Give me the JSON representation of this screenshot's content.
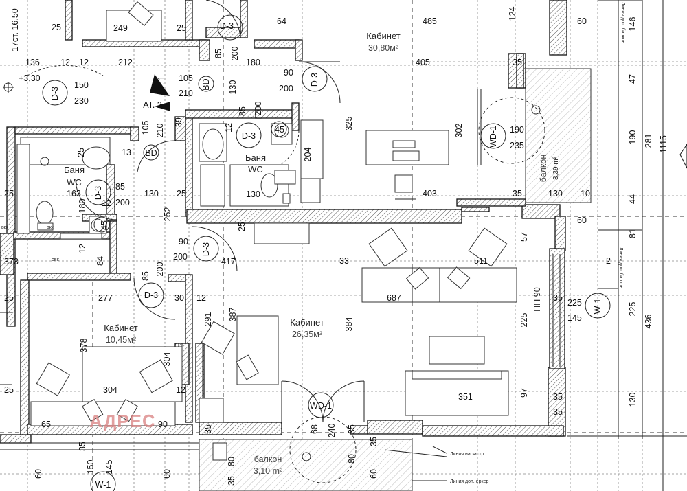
{
  "rooms": [
    {
      "id": "r1",
      "name": "Кабинет",
      "area": "30,80м²"
    },
    {
      "id": "r2",
      "name": "Кабинет",
      "area": "26,35м²"
    },
    {
      "id": "r3",
      "name": "Кабинет",
      "area": "10,45м²"
    },
    {
      "id": "r4",
      "name": "Баня",
      "sub": "WC"
    },
    {
      "id": "r5",
      "name": "Баня",
      "sub": "WC"
    },
    {
      "id": "r6",
      "name": "балкон",
      "area": "3,39 m²"
    },
    {
      "id": "r7",
      "name": "балкон",
      "area": "3,10 m²"
    }
  ],
  "tags": {
    "d3": "D-3",
    "wd1": "WD-1",
    "w1": "W-1",
    "bd": "BD",
    "at1": "АТ. 1",
    "at2": "АТ. 2",
    "pp90": "ПП 90",
    "level": "+3,30",
    "stair": "17ст. 16.50"
  },
  "notes": {
    "balcony_line_1": "Линия доп. балкон",
    "balcony_line_2": "Линия доп. балкон",
    "setback": "Линия на застр.",
    "bay": "Линия доп. еркер",
    "vent1": "вкк",
    "vent2": "вкк",
    "vent3": "овк"
  },
  "watermark": "АДРЕС",
  "dims": {
    "d1": "25",
    "d2": "249",
    "d3": "25",
    "d4": "64",
    "d5": "485",
    "d6": "124",
    "d7": "60",
    "d8": "146",
    "d9": "136",
    "d10": "12",
    "d11": "12",
    "d12": "212",
    "d13": "85",
    "d14": "200",
    "d15": "180",
    "d16": "405",
    "d17": "35",
    "d18": "105",
    "d19": "210",
    "d20": "90",
    "d21": "200",
    "d22": "150",
    "d23": "230",
    "d24": "47",
    "d25": "130",
    "d26": "85",
    "d27": "200",
    "d28": "45",
    "d29": "325",
    "d30": "302",
    "d31": "190",
    "d32": "235",
    "d33": "105",
    "d34": "210",
    "d35": "39",
    "d36": "12",
    "d37": "190",
    "d38": "281",
    "d39": "1115",
    "d40": "25",
    "d41": "13",
    "d42": "204",
    "d43": "85",
    "d44": "200",
    "d45": "25",
    "d46": "163",
    "d47": "12",
    "d48": "130",
    "d49": "25",
    "d50": "130",
    "d51": "403",
    "d52": "35",
    "d53": "130",
    "d54": "10",
    "d55": "44",
    "d56": "180",
    "d57": "252",
    "d58": "25",
    "d59": "60",
    "d60": "45",
    "d61": "81",
    "d62": "57",
    "d63": "12",
    "d64": "90",
    "d65": "200",
    "d66": "373",
    "d67": "84",
    "d68": "417",
    "d69": "33",
    "d70": "511",
    "d71": "2",
    "d72": "85",
    "d73": "200",
    "d74": "25",
    "d75": "277",
    "d76": "30",
    "d77": "12",
    "d78": "687",
    "d79": "35",
    "d80": "225",
    "d81": "145",
    "d82": "225",
    "d83": "436",
    "d84": "291",
    "d85": "387",
    "d86": "384",
    "d87": "225",
    "d88": "378",
    "d89": "304",
    "d90": "25",
    "d91": "304",
    "d92": "12",
    "d93": "97",
    "d94": "351",
    "d95": "130",
    "d96": "35",
    "d97": "65",
    "d98": "90",
    "d99": "35",
    "d100": "68",
    "d101": "240",
    "d102": "35",
    "d103": "35",
    "d104": "145",
    "d105": "60",
    "d106": "150",
    "d107": "60",
    "d108": "80",
    "d109": "35",
    "d110": "80",
    "d111": "35",
    "d112": "60",
    "d113": "35"
  }
}
